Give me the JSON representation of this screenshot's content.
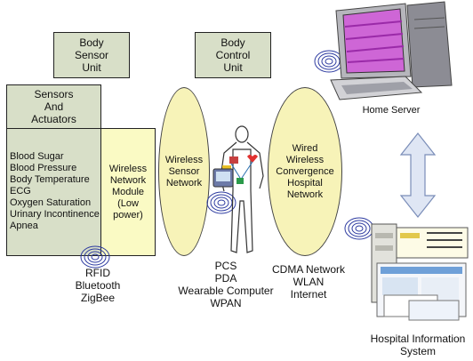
{
  "body_sensor_unit": "Body\nSensor\nUnit",
  "body_control_unit": "Body\nControl\nUnit",
  "sensors_actuators": "Sensors\nAnd\nActuators",
  "sensor_list": [
    "Blood Sugar",
    "Blood Pressure",
    "Body Temperature",
    "ECG",
    "Oxygen Saturation",
    "Urinary Incontinence",
    "Apnea"
  ],
  "wireless_network_module": "Wireless\nNetwork\nModule\n(Low\npower)",
  "wireless_sensor_network": "Wireless\nSensor\nNetwork",
  "wired_wireless_network": "Wired\nWireless\nConvergence\nHospital\nNetwork",
  "protocols_left": "RFID\nBluetooth\nZigBee",
  "devices_center": "PCS\nPDA\nWearable Computer\nWPAN",
  "networks_right": "CDMA Network\nWLAN\nInternet",
  "home_server": "Home Server",
  "hospital_system": "Hospital Information\nSystem"
}
